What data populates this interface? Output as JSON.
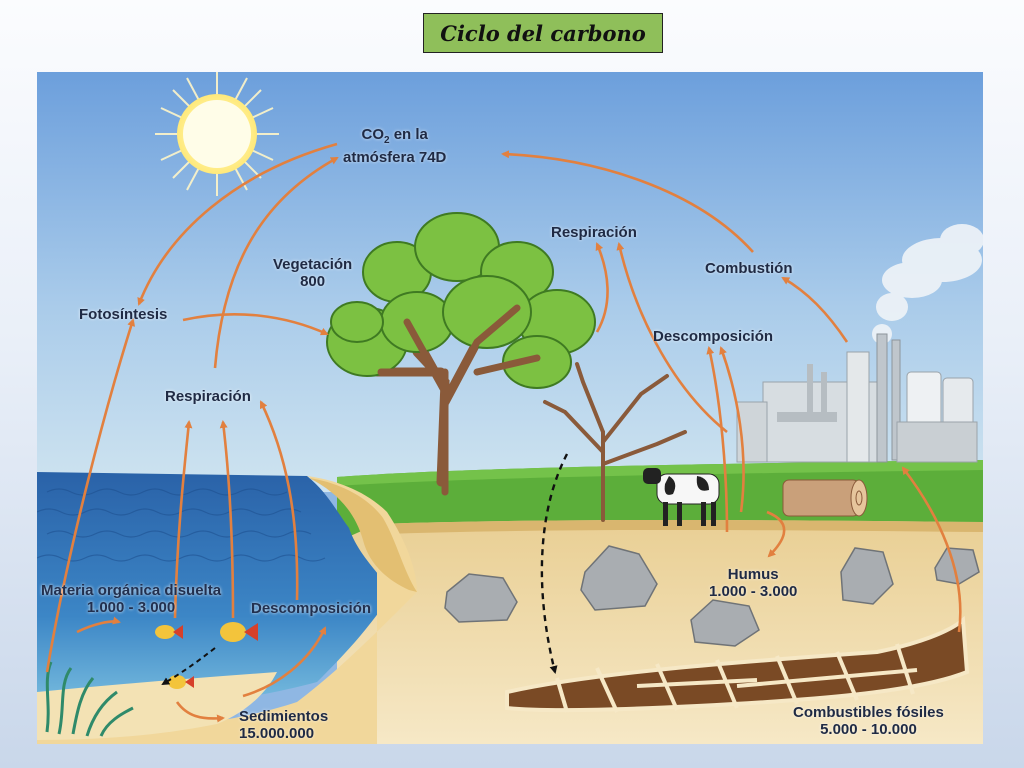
{
  "slide": {
    "title": "Ciclo del carbono"
  },
  "diagram": {
    "labels": {
      "co2_line1": "CO",
      "co2_sub": "2",
      "co2_line1_rest": " en la",
      "co2_line2": "atmósfera 74D",
      "vegetation_line1": "Vegetación",
      "vegetation_line2": "800",
      "photosynthesis": "Fotosíntesis",
      "respiration_left": "Respiración",
      "respiration_right": "Respiración",
      "combustion": "Combustión",
      "decomposition_land": "Descomposición",
      "dissolved_om_line1": "Materia orgánica disuelta",
      "dissolved_om_line2": "1.000 - 3.000",
      "decomposition_water": "Descomposición",
      "humus_line1": "Humus",
      "humus_line2": "1.000 - 3.000",
      "sediments_line1": "Sedimientos",
      "sediments_line2": "15.000.000",
      "fossil_fuels_line1": "Combustibles fósiles",
      "fossil_fuels_line2": "5.000 - 10.000"
    },
    "colors": {
      "arrow": "#e2803f",
      "sky_top": "#6fa0dc",
      "sky_bottom": "#bfdcee",
      "water": "#2f6fb3",
      "grass": "#5cae3a",
      "soil": "#efdcb0",
      "fossil": "#7a4a25",
      "foliage": "#7cc142",
      "trunk": "#8a5a3a"
    },
    "icons": [
      "sun-icon",
      "tree-icon",
      "bare-tree-icon",
      "cow-icon",
      "factory-icon",
      "smoke-icon",
      "log-icon",
      "rock-icon",
      "fish-icon",
      "seaweed-icon"
    ]
  }
}
